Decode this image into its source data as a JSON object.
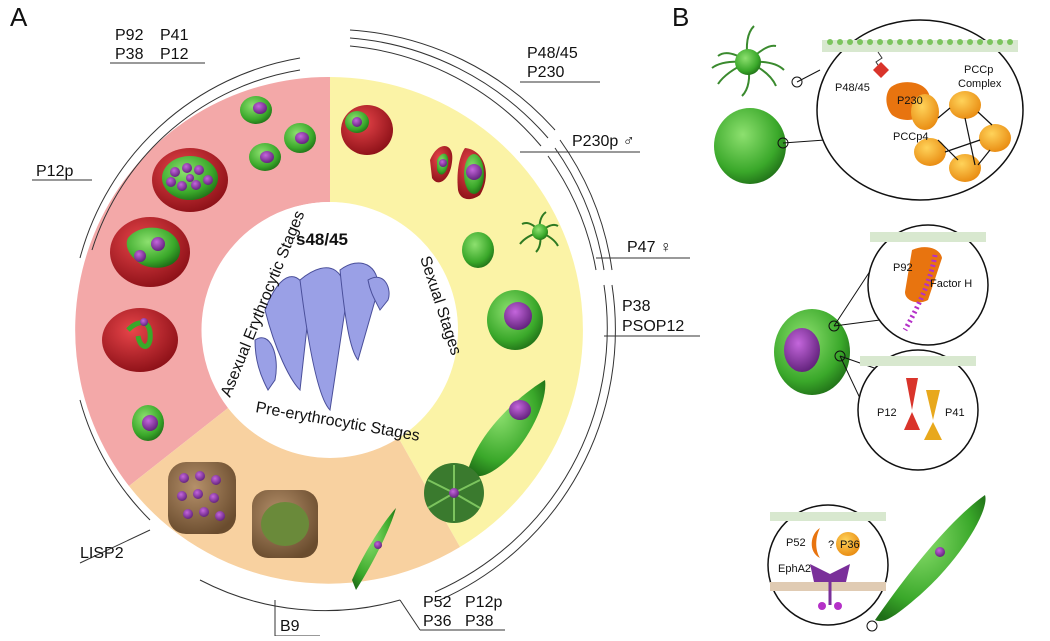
{
  "panels": {
    "a": "A",
    "b": "B"
  },
  "center_label": "s48/45",
  "stage_labels": {
    "asexual": "Asexual Erythrocytic Stages",
    "sexual": "Sexual Stages",
    "pre": "Pre-erythrocytic Stages"
  },
  "protein_labels": {
    "top_left_1": "P92",
    "top_left_2": "P41",
    "top_left_3": "P38",
    "top_left_4": "P12",
    "p12p": "P12p",
    "p48_45": "P48/45",
    "p230": "P230",
    "p230p": "P230p ♂",
    "p47": "P47 ♀",
    "p38_psop_1": "P38",
    "p38_psop_2": "PSOP12",
    "lisp2": "LISP2",
    "b9": "B9",
    "bottom_1": "P52",
    "bottom_2": "P12p",
    "bottom_3": "P36",
    "bottom_4": "P38"
  },
  "inset_labels": {
    "p48_45": "P48/45",
    "p230": "P230",
    "pccp_complex_1": "PCCp",
    "pccp_complex_2": "Complex",
    "pccp4": "PCCp4",
    "p92": "P92",
    "factor_h": "Factor H",
    "p12": "P12",
    "p41": "P41",
    "p52": "P52",
    "q": "?",
    "p36": "P36",
    "epha2": "EphA2"
  },
  "colors": {
    "asexual": "#f3a8a8",
    "sexual": "#fbf3a6",
    "pre": "#f8d1a0",
    "parasite": "#4fc13c",
    "nucleus": "#9b3fb5",
    "rbc": "#c8202a",
    "protein": "#9aa0e6"
  }
}
